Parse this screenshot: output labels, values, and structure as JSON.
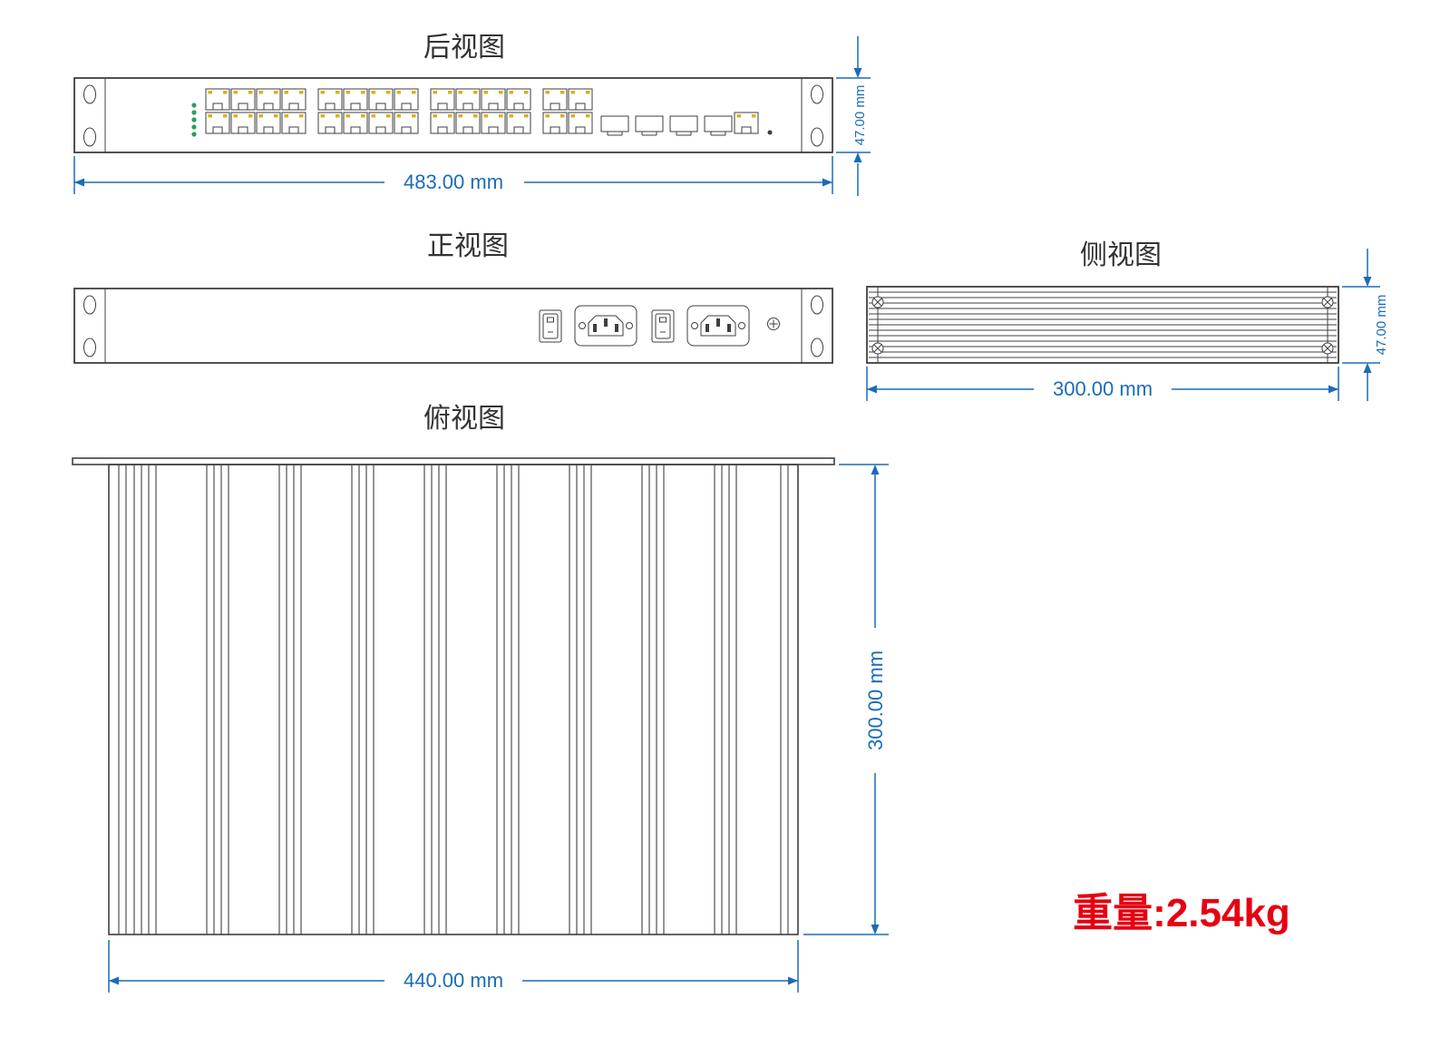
{
  "page": {
    "background": "#ffffff"
  },
  "colors": {
    "outline": "#3f3f3f",
    "dimension_blue": "#1b6cb5",
    "weight_red": "#e60012",
    "led_green": "#2aa05a",
    "port_led_yellow": "#d8b021"
  },
  "views": {
    "rear": {
      "title": "后视图",
      "width_label": "483.00 mm",
      "height_label": "47.00 mm",
      "rj45_ports": 28,
      "sfp_slots": 4,
      "console_port": 1,
      "led_indicators": 5
    },
    "front": {
      "title": "正视图",
      "power_switches": 2,
      "ac_inlets": 2
    },
    "side": {
      "title": "侧视图",
      "width_label": "300.00 mm",
      "height_label": "47.00 mm"
    },
    "top": {
      "title": "俯视图",
      "height_label": "300.00 mm",
      "width_label": "440.00 mm"
    }
  },
  "weight_label": "重量:2.54kg"
}
